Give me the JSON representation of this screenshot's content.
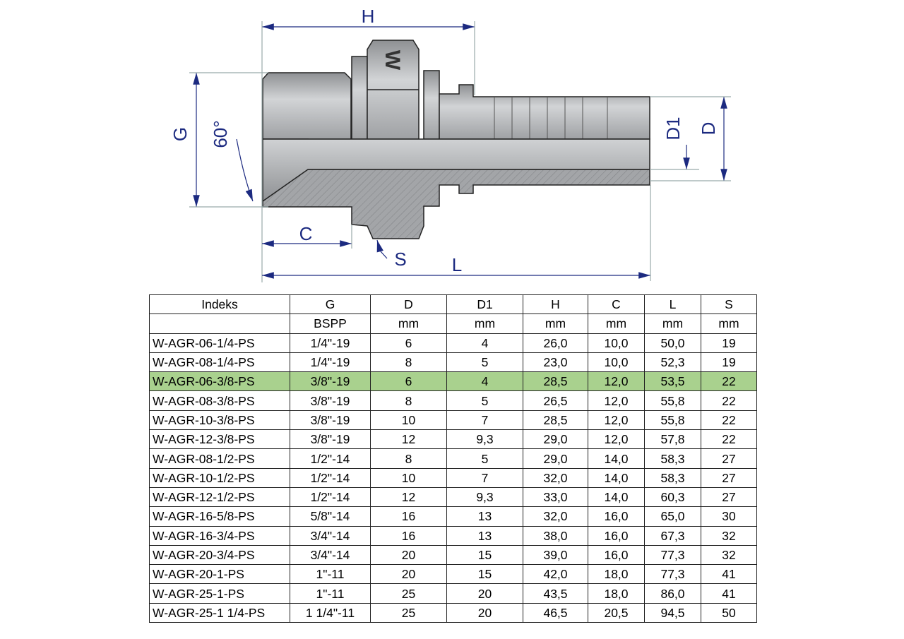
{
  "drawing": {
    "labels": {
      "H": "H",
      "G": "G",
      "angle": "60°",
      "C": "C",
      "S": "S",
      "L": "L",
      "D1": "D1",
      "D": "D"
    },
    "logo_text": "W",
    "colors": {
      "dimension": "#1c2a80",
      "metal": "#b4b6b9",
      "section": "#9a9c9f",
      "highlight": "#a9d18e"
    }
  },
  "table": {
    "headers": [
      "Indeks",
      "G",
      "D",
      "D1",
      "H",
      "C",
      "L",
      "S"
    ],
    "units": [
      "",
      "BSPP",
      "mm",
      "mm",
      "mm",
      "mm",
      "mm",
      "mm"
    ],
    "highlighted_row": 2,
    "rows": [
      [
        "W-AGR-06-1/4-PS",
        "1/4\"-19",
        "6",
        "4",
        "26,0",
        "10,0",
        "50,0",
        "19"
      ],
      [
        "W-AGR-08-1/4-PS",
        "1/4\"-19",
        "8",
        "5",
        "23,0",
        "10,0",
        "52,3",
        "19"
      ],
      [
        "W-AGR-06-3/8-PS",
        "3/8\"-19",
        "6",
        "4",
        "28,5",
        "12,0",
        "53,5",
        "22"
      ],
      [
        "W-AGR-08-3/8-PS",
        "3/8\"-19",
        "8",
        "5",
        "26,5",
        "12,0",
        "55,8",
        "22"
      ],
      [
        "W-AGR-10-3/8-PS",
        "3/8\"-19",
        "10",
        "7",
        "28,5",
        "12,0",
        "55,8",
        "22"
      ],
      [
        "W-AGR-12-3/8-PS",
        "3/8\"-19",
        "12",
        "9,3",
        "29,0",
        "12,0",
        "57,8",
        "22"
      ],
      [
        "W-AGR-08-1/2-PS",
        "1/2\"-14",
        "8",
        "5",
        "29,0",
        "14,0",
        "58,3",
        "27"
      ],
      [
        "W-AGR-10-1/2-PS",
        "1/2\"-14",
        "10",
        "7",
        "32,0",
        "14,0",
        "58,3",
        "27"
      ],
      [
        "W-AGR-12-1/2-PS",
        "1/2\"-14",
        "12",
        "9,3",
        "33,0",
        "14,0",
        "60,3",
        "27"
      ],
      [
        "W-AGR-16-5/8-PS",
        "5/8\"-14",
        "16",
        "13",
        "32,0",
        "16,0",
        "65,0",
        "30"
      ],
      [
        "W-AGR-16-3/4-PS",
        "3/4\"-14",
        "16",
        "13",
        "38,0",
        "16,0",
        "67,3",
        "32"
      ],
      [
        "W-AGR-20-3/4-PS",
        "3/4\"-14",
        "20",
        "15",
        "39,0",
        "16,0",
        "77,3",
        "32"
      ],
      [
        "W-AGR-20-1-PS",
        "1\"-11",
        "20",
        "15",
        "42,0",
        "18,0",
        "77,3",
        "41"
      ],
      [
        "W-AGR-25-1-PS",
        "1\"-11",
        "25",
        "20",
        "43,5",
        "18,0",
        "86,0",
        "41"
      ],
      [
        "W-AGR-25-1 1/4-PS",
        "1 1/4\"-11",
        "25",
        "20",
        "46,5",
        "20,5",
        "94,5",
        "50"
      ]
    ]
  }
}
